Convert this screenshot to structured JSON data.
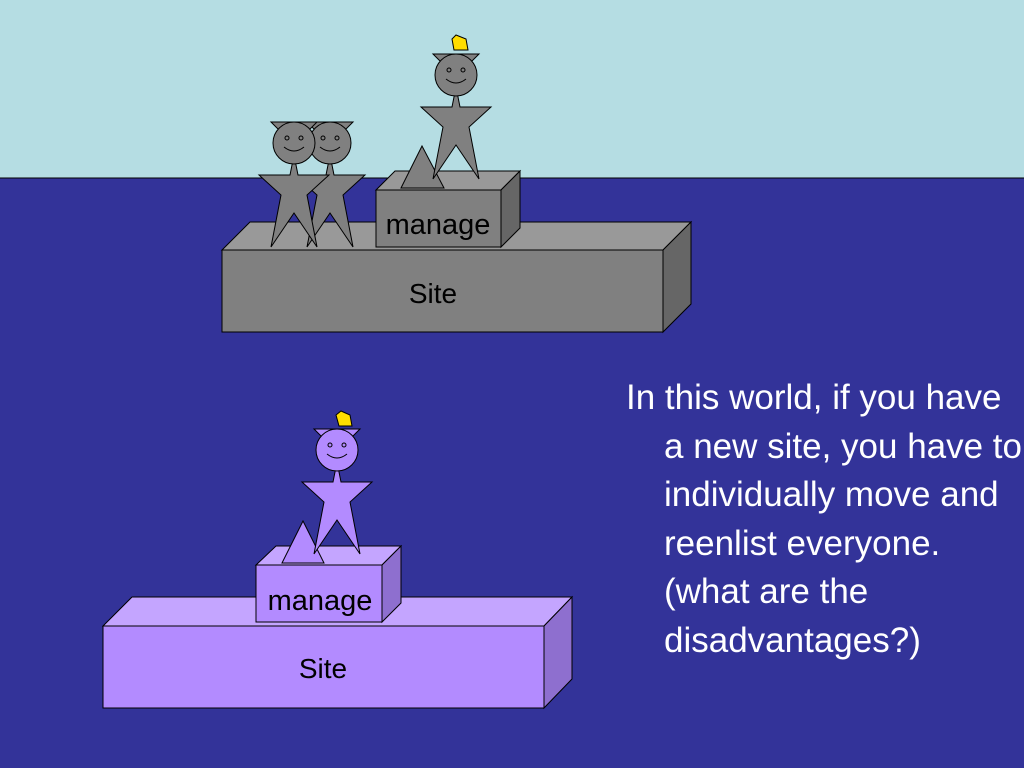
{
  "colors": {
    "sky": "#b5dde3",
    "sea": "#333399",
    "grey_front": "#808080",
    "grey_top": "#999999",
    "grey_side": "#666666",
    "grey_figure": "#808080",
    "purple_front": "#b38bff",
    "purple_top": "#c4a5ff",
    "purple_side": "#8e6fcf",
    "purple_figure": "#b38bff",
    "crown": "#ffdd00",
    "caption_text": "#ffffff"
  },
  "top_scene": {
    "site_label": "Site",
    "manage_label": "manage"
  },
  "bottom_scene": {
    "site_label": "Site",
    "manage_label": "manage"
  },
  "caption": "In this world, if you have a new site, you have to individually move and reenlist everyone. (what are the disadvantages?)"
}
